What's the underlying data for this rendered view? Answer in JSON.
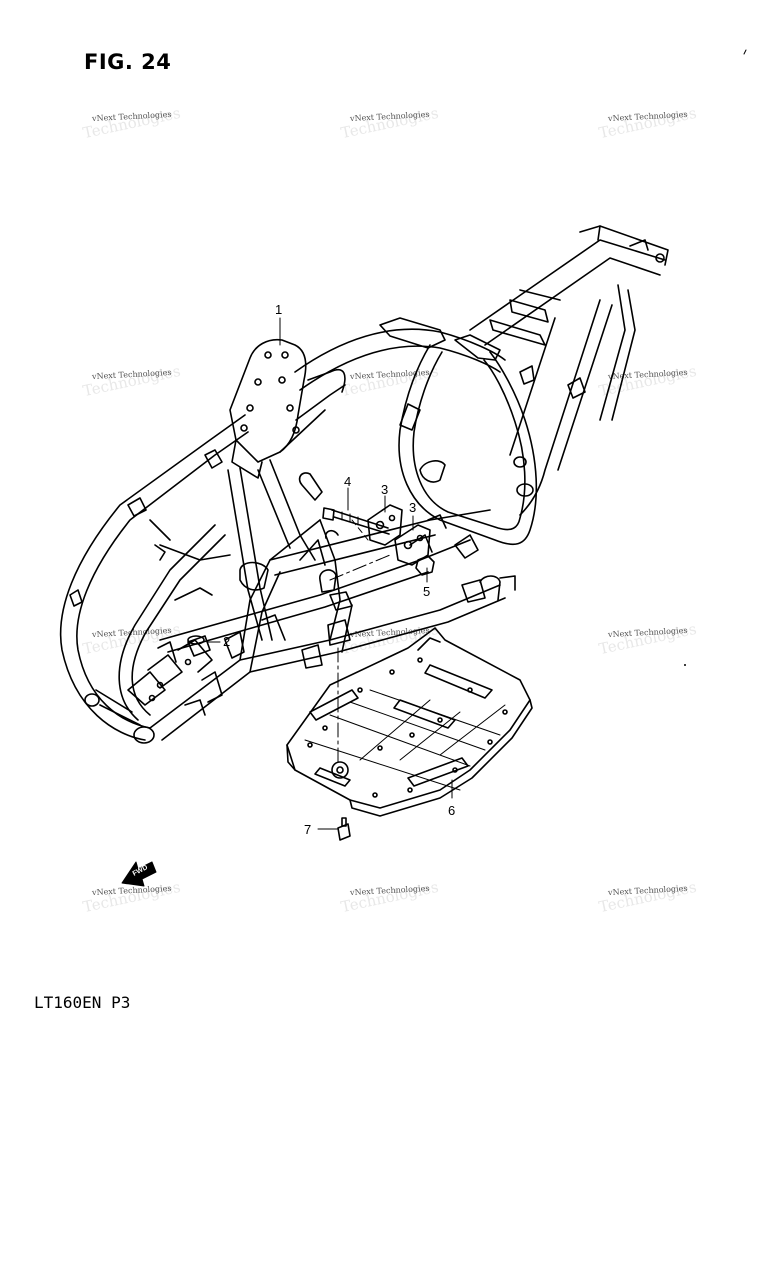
{
  "figure": {
    "title": "FIG. 24",
    "code": "LT160EN P3"
  },
  "watermark": {
    "text": "vNext Technologies",
    "ghost": "Technologies"
  },
  "callouts": [
    "1",
    "2",
    "3",
    "3",
    "4",
    "5",
    "6",
    "7"
  ],
  "direction_arrow": {
    "label": "FWD",
    "icon": "fwd-arrow-icon"
  },
  "colors": {
    "line": "#000000",
    "background": "#ffffff",
    "watermark": "#555555"
  }
}
